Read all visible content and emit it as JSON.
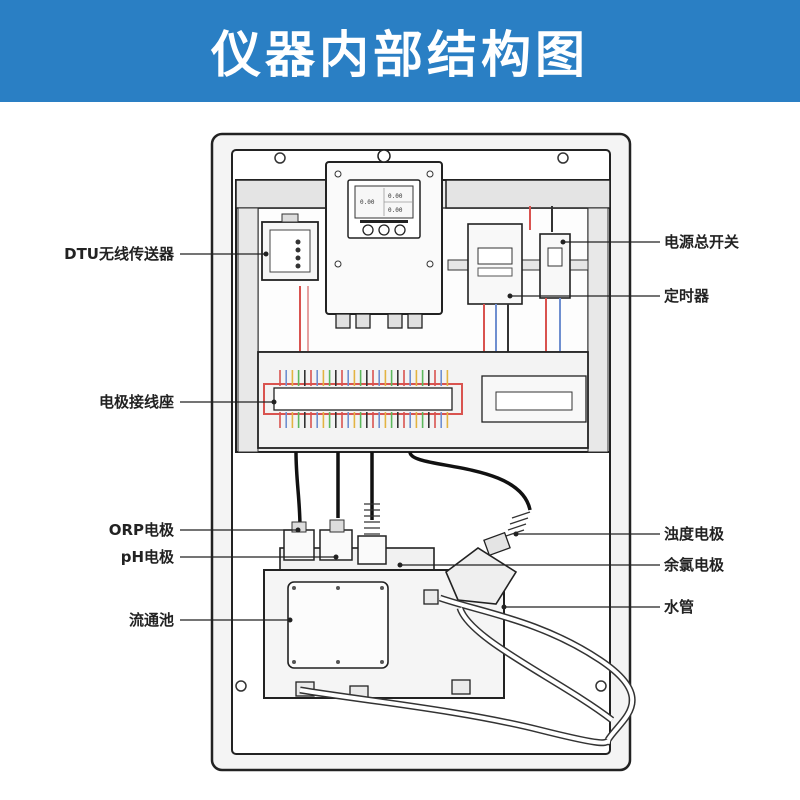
{
  "title": "仪器内部结构图",
  "colors": {
    "header_bg": "#2a7fc4",
    "title_text": "#ffffff",
    "highlight": "#d9534f",
    "line": "#222222",
    "panel_fill": "#f2f2f2"
  },
  "screen": {
    "line1": "0.00",
    "line2": "0.00",
    "line3": "0.00"
  },
  "labels": {
    "left": {
      "dtu": "DTU无线传送器",
      "terminal": "电极接线座",
      "orp": "ORP电极",
      "ph": "pH电极",
      "flow_cell": "流通池"
    },
    "right": {
      "power_switch": "电源总开关",
      "timer": "定时器",
      "turbidity": "浊度电极",
      "chlorine": "余氯电极",
      "water_pipe": "水管"
    }
  }
}
